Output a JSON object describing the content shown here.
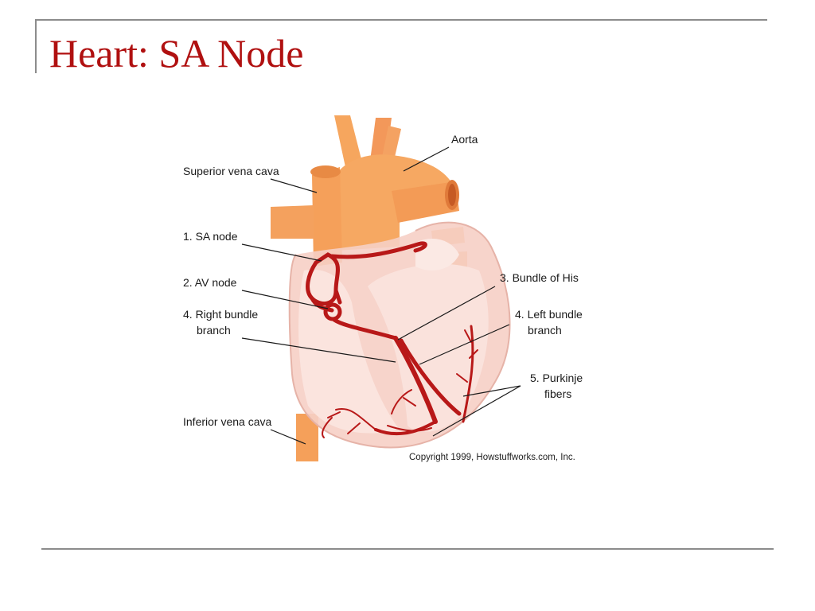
{
  "slide": {
    "title": "Heart: SA Node"
  },
  "diagram": {
    "labels": {
      "aorta": "Aorta",
      "superior_vena_cava": "Superior vena cava",
      "sa_node": "1. SA node",
      "av_node": "2. AV node",
      "right_bundle_1": "4. Right bundle",
      "right_bundle_2": "branch",
      "bundle_of_his": "3. Bundle of His",
      "left_bundle_1": "4. Left bundle",
      "left_bundle_2": "branch",
      "purkinje_1": "5. Purkinje",
      "purkinje_2": "fibers",
      "inferior_vena_cava": "Inferior  vena cava"
    },
    "copyright": "Copyright 1999, Howstuffworks.com, Inc.",
    "colors": {
      "vessel": "#f5a05a",
      "heart_fill": "#f8d8d0",
      "conduction": "#b81818",
      "title": "#b01010"
    }
  }
}
